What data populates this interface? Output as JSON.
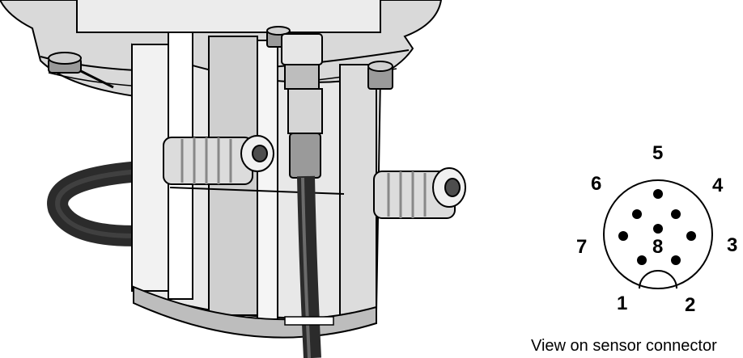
{
  "connector": {
    "pins": [
      {
        "label": "1"
      },
      {
        "label": "2"
      },
      {
        "label": "3"
      },
      {
        "label": "4"
      },
      {
        "label": "5"
      },
      {
        "label": "6"
      },
      {
        "label": "7"
      },
      {
        "label": "8"
      }
    ],
    "caption": "View on sensor connector"
  },
  "illustration": {
    "line_color": "#000000",
    "light_fill": "#e6e6e6",
    "mid_fill": "#bdbdbd",
    "dark_fill": "#4d4d4d",
    "cable_color": "#2b2b2b"
  }
}
